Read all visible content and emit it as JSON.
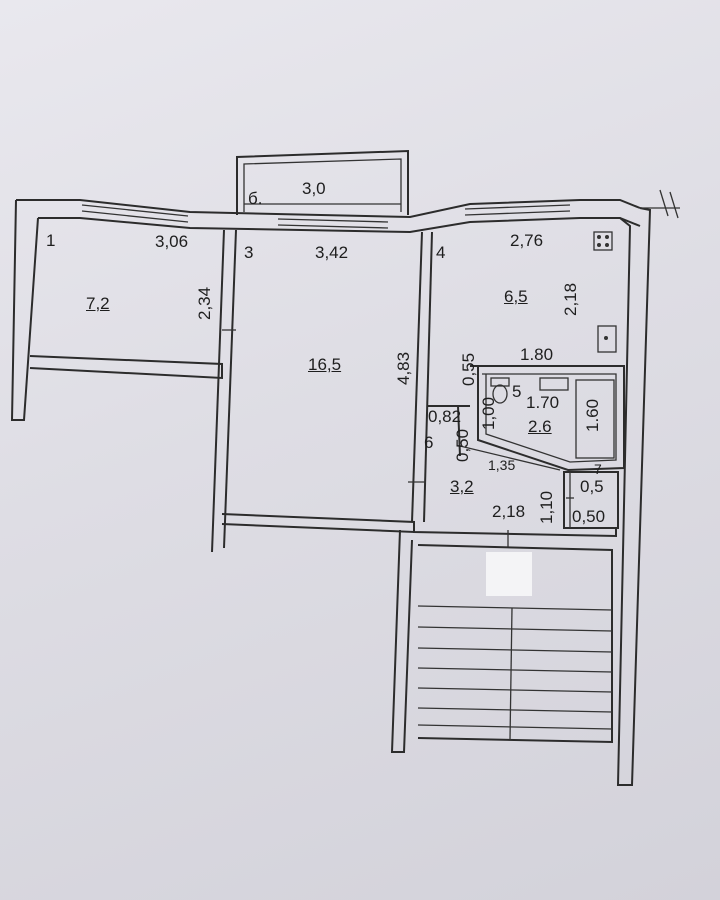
{
  "balcony": {
    "num": "б.",
    "area": "3,0"
  },
  "rooms": [
    {
      "num": "1",
      "width": "3,06",
      "depth": "2,34",
      "area": "7,2"
    },
    {
      "num": "3",
      "width": "3,42",
      "depth": "4,83",
      "area": "16,5"
    },
    {
      "num": "4",
      "width": "2,76",
      "depth": "2,18",
      "area": "6,5"
    },
    {
      "num": "6",
      "area": "3,2"
    }
  ],
  "bathroom": {
    "top": "1.80",
    "tub_length": "1.60",
    "inner": "1.70",
    "area": "2.6",
    "door": "0,55",
    "side": "1,00",
    "toilet": "5"
  },
  "hall": {
    "a": "0,82",
    "b": "0,50",
    "diag": "1,35",
    "bottom": "2,18"
  },
  "closet": {
    "h": "1,10",
    "area": "0,5",
    "width": "0,50",
    "mark": "7"
  }
}
